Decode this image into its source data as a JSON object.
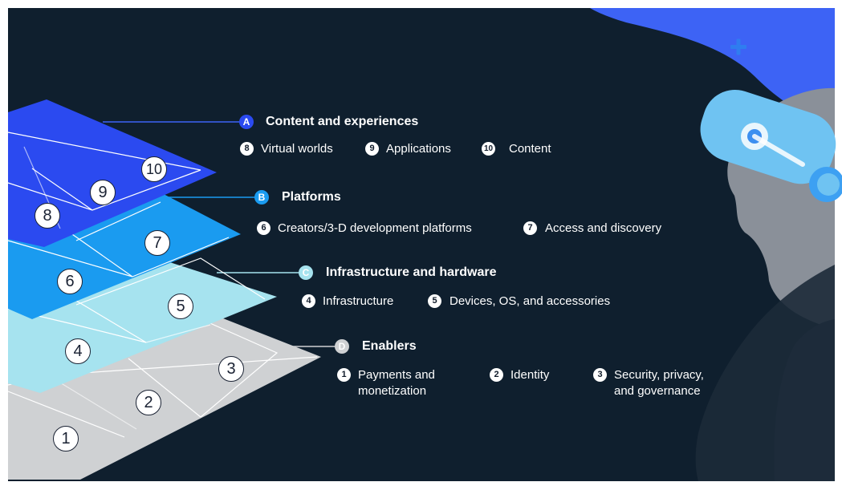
{
  "layers": [
    {
      "letter": "A",
      "title": "Content and experiences",
      "color": "#2b4af0",
      "items": [
        {
          "num": "8",
          "label": "Virtual worlds"
        },
        {
          "num": "9",
          "label": "Applications"
        },
        {
          "num": "10",
          "label": "Content"
        }
      ]
    },
    {
      "letter": "B",
      "title": "Platforms",
      "color": "#1a9bf0",
      "items": [
        {
          "num": "6",
          "label": "Creators/3-D development platforms"
        },
        {
          "num": "7",
          "label": "Access and discovery"
        }
      ]
    },
    {
      "letter": "C",
      "title": "Infrastructure and hardware",
      "color": "#a6e3ef",
      "items": [
        {
          "num": "4",
          "label": "Infrastructure"
        },
        {
          "num": "5",
          "label": "Devices, OS, and accessories"
        }
      ]
    },
    {
      "letter": "D",
      "title": "Enablers",
      "color": "#cfd1d3",
      "items": [
        {
          "num": "1",
          "label_line1": "Payments and",
          "label_line2": "monetization"
        },
        {
          "num": "2",
          "label": "Identity"
        },
        {
          "num": "3",
          "label_line1": "Security, privacy,",
          "label_line2": "and governance"
        }
      ]
    }
  ],
  "stack_numbers": [
    "1",
    "2",
    "3",
    "4",
    "5",
    "6",
    "7",
    "8",
    "9",
    "10"
  ],
  "colors": {
    "background": "#0f1f2e",
    "accent_blue": "#3d63f5",
    "layer_a": "#2b4af0",
    "layer_b": "#1a9bf0",
    "layer_c": "#a6e3ef",
    "layer_d": "#cfd1d3"
  },
  "icons": {
    "decor": "plus-icon",
    "figure": "vr-headset-person-icon"
  }
}
